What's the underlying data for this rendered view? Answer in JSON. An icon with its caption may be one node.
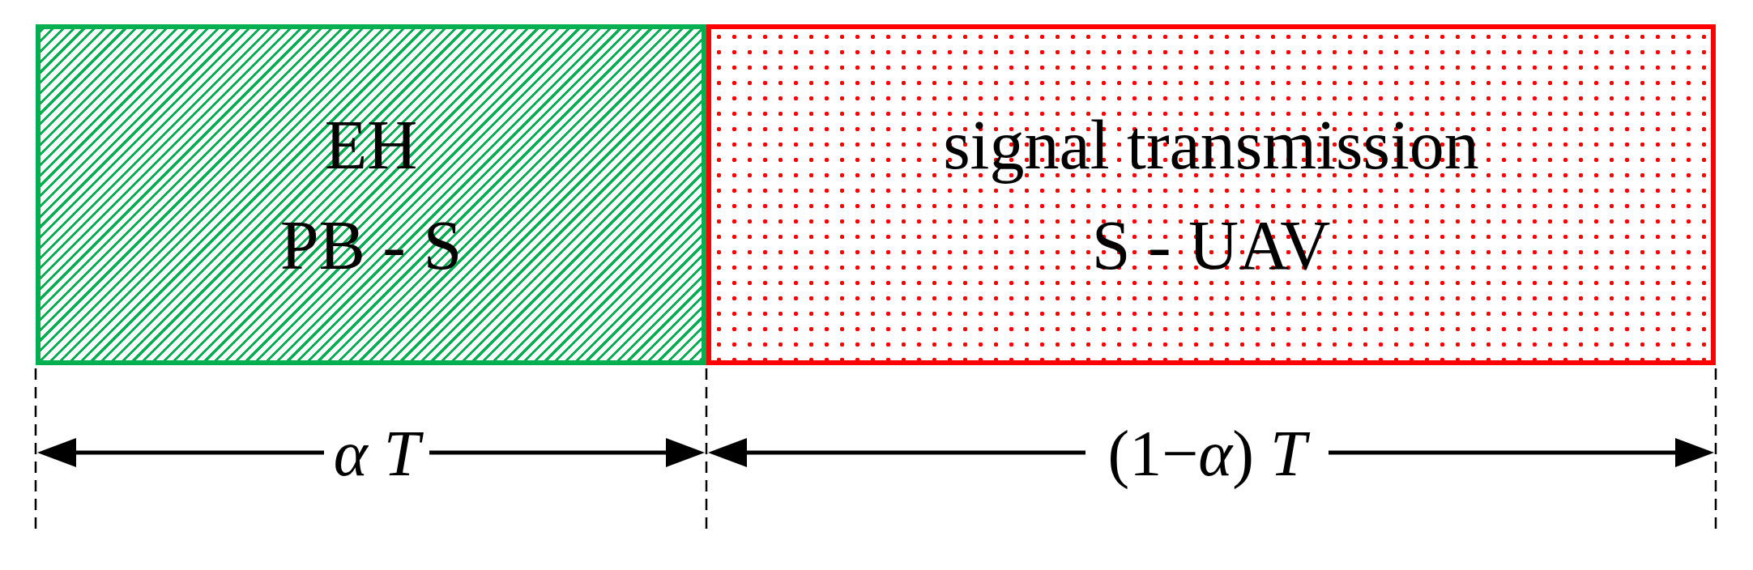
{
  "diagram": {
    "nodes": [
      {
        "text": [
          "EH",
          "PB - S"
        ]
      },
      {
        "text": [
          "signal transmission",
          "S - UAV"
        ]
      }
    ],
    "labels": [
      "α T",
      "(1−*α*) *T*"
    ]
  }
}
